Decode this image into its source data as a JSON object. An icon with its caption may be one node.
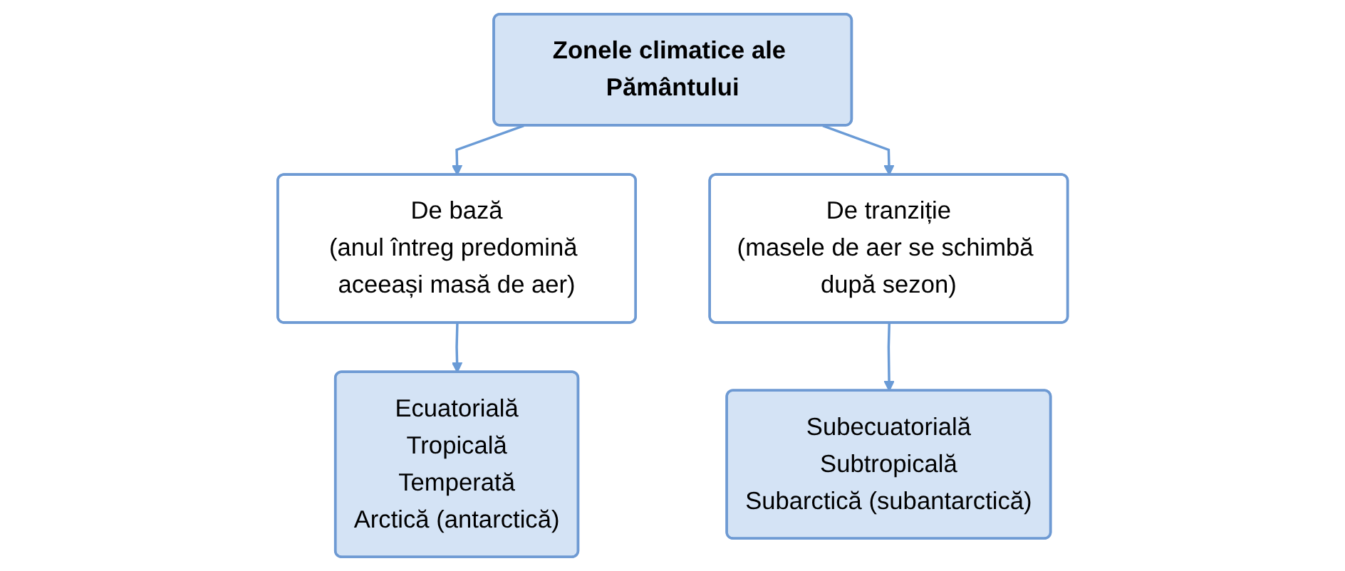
{
  "diagram": {
    "nodes": [
      {
        "text": [
          "Zonele climatice ale Pământului"
        ]
      },
      {
        "text": [
          "De bază",
          "(anul întreg predomină aceeași masă de aer)"
        ]
      },
      {
        "text": [
          "De tranziție",
          "(masele de aer se schimbă după sezon)"
        ]
      },
      {
        "text": [
          "Ecuatorială",
          "Tropicală",
          "Temperată",
          "Arctică (antarctică)"
        ]
      },
      {
        "text": [
          "Subecuatorială",
          "Subtropicală",
          "Subarctică (subantarctică)"
        ]
      }
    ],
    "edges": [
      {
        "from": 0,
        "to": 1,
        "arrow": "to"
      },
      {
        "from": 0,
        "to": 2,
        "arrow": "to"
      },
      {
        "from": 1,
        "to": 3,
        "arrow": "to"
      },
      {
        "from": 2,
        "to": 4,
        "arrow": "to"
      }
    ]
  }
}
